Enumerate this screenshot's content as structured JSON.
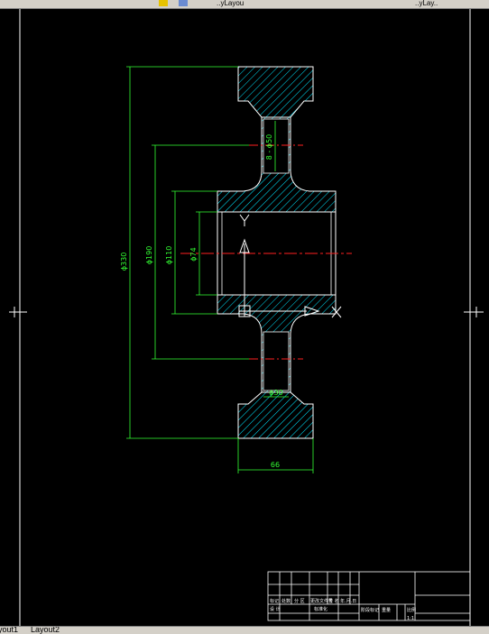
{
  "app": {
    "top_tabs": [
      "..",
      "..yLayou",
      "..yLay.."
    ],
    "layout_tabs": [
      "yout1",
      "Layout2"
    ]
  },
  "dimensions": {
    "d330": "ϕ330",
    "d190": "ϕ190",
    "d110": "ϕ110",
    "d74": "ϕ74",
    "d50": "8 - ϕ50",
    "d30": "ϕ30",
    "w66": "66"
  },
  "title_block": {
    "row1": [
      "标记",
      "处数",
      "分 区",
      "更改文件号",
      "签 名",
      "年.月.日"
    ],
    "row2_left": "设 计",
    "row2_mid": "标准化",
    "stage_header": [
      "阶段标记",
      "重量",
      "比例"
    ],
    "scale": "1:1"
  },
  "colors": {
    "background": "#000000",
    "outline": "#ffffff",
    "dimension": "#33ff33",
    "hatch": "#00e5ff",
    "center_line": "#ff2020"
  }
}
